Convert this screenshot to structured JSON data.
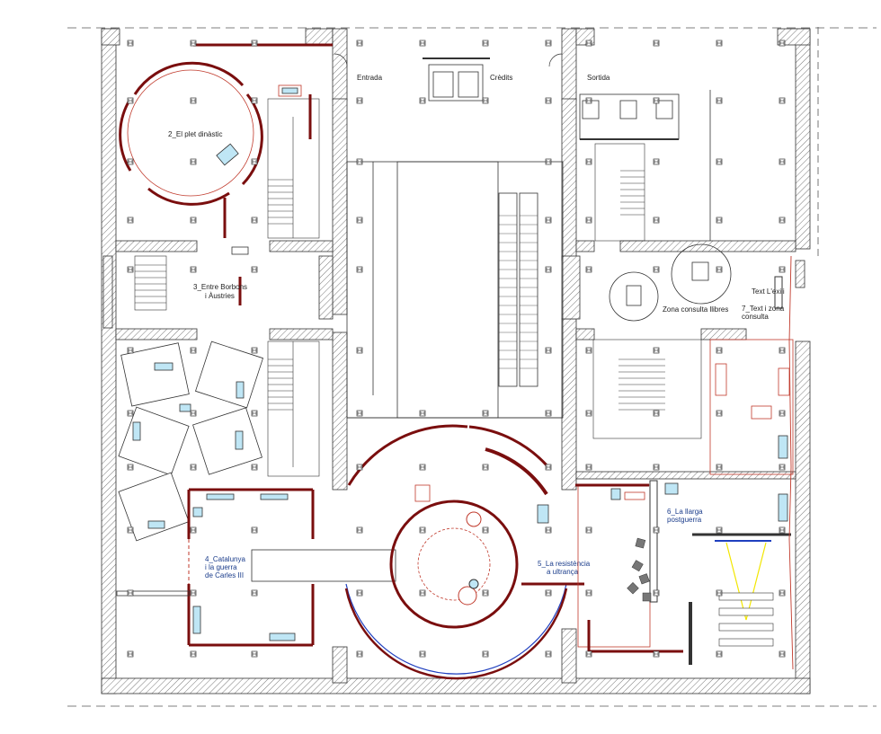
{
  "labels": {
    "room2": "2_El plet dinàstic",
    "room3_line1": "3_Entre Borbons",
    "room3_line2": "i Àustries",
    "entrance": "Entrada",
    "credits": "Crèdits",
    "exit": "Sortida",
    "text_exile": "Text L'exili",
    "reading_zone": "Zona consulta llibres",
    "room7_line1": "7_Text i zona",
    "room7_line2": "consulta",
    "room6_line1": "6_La llarga",
    "room6_line2": "postguerra",
    "room5_line1": "5_La resistència",
    "room5_line2": "a ultrança",
    "room4_line1": "4_Catalunya",
    "room4_line2": "i la guerra",
    "room4_line3": "de Carles III"
  },
  "colors": {
    "exhibit_wall": "#7a0e0e",
    "exhibit_line": "#c0392b",
    "screen": "#bfe6f5",
    "projection": "#f2e600",
    "blue_line": "#1f3fbf"
  }
}
